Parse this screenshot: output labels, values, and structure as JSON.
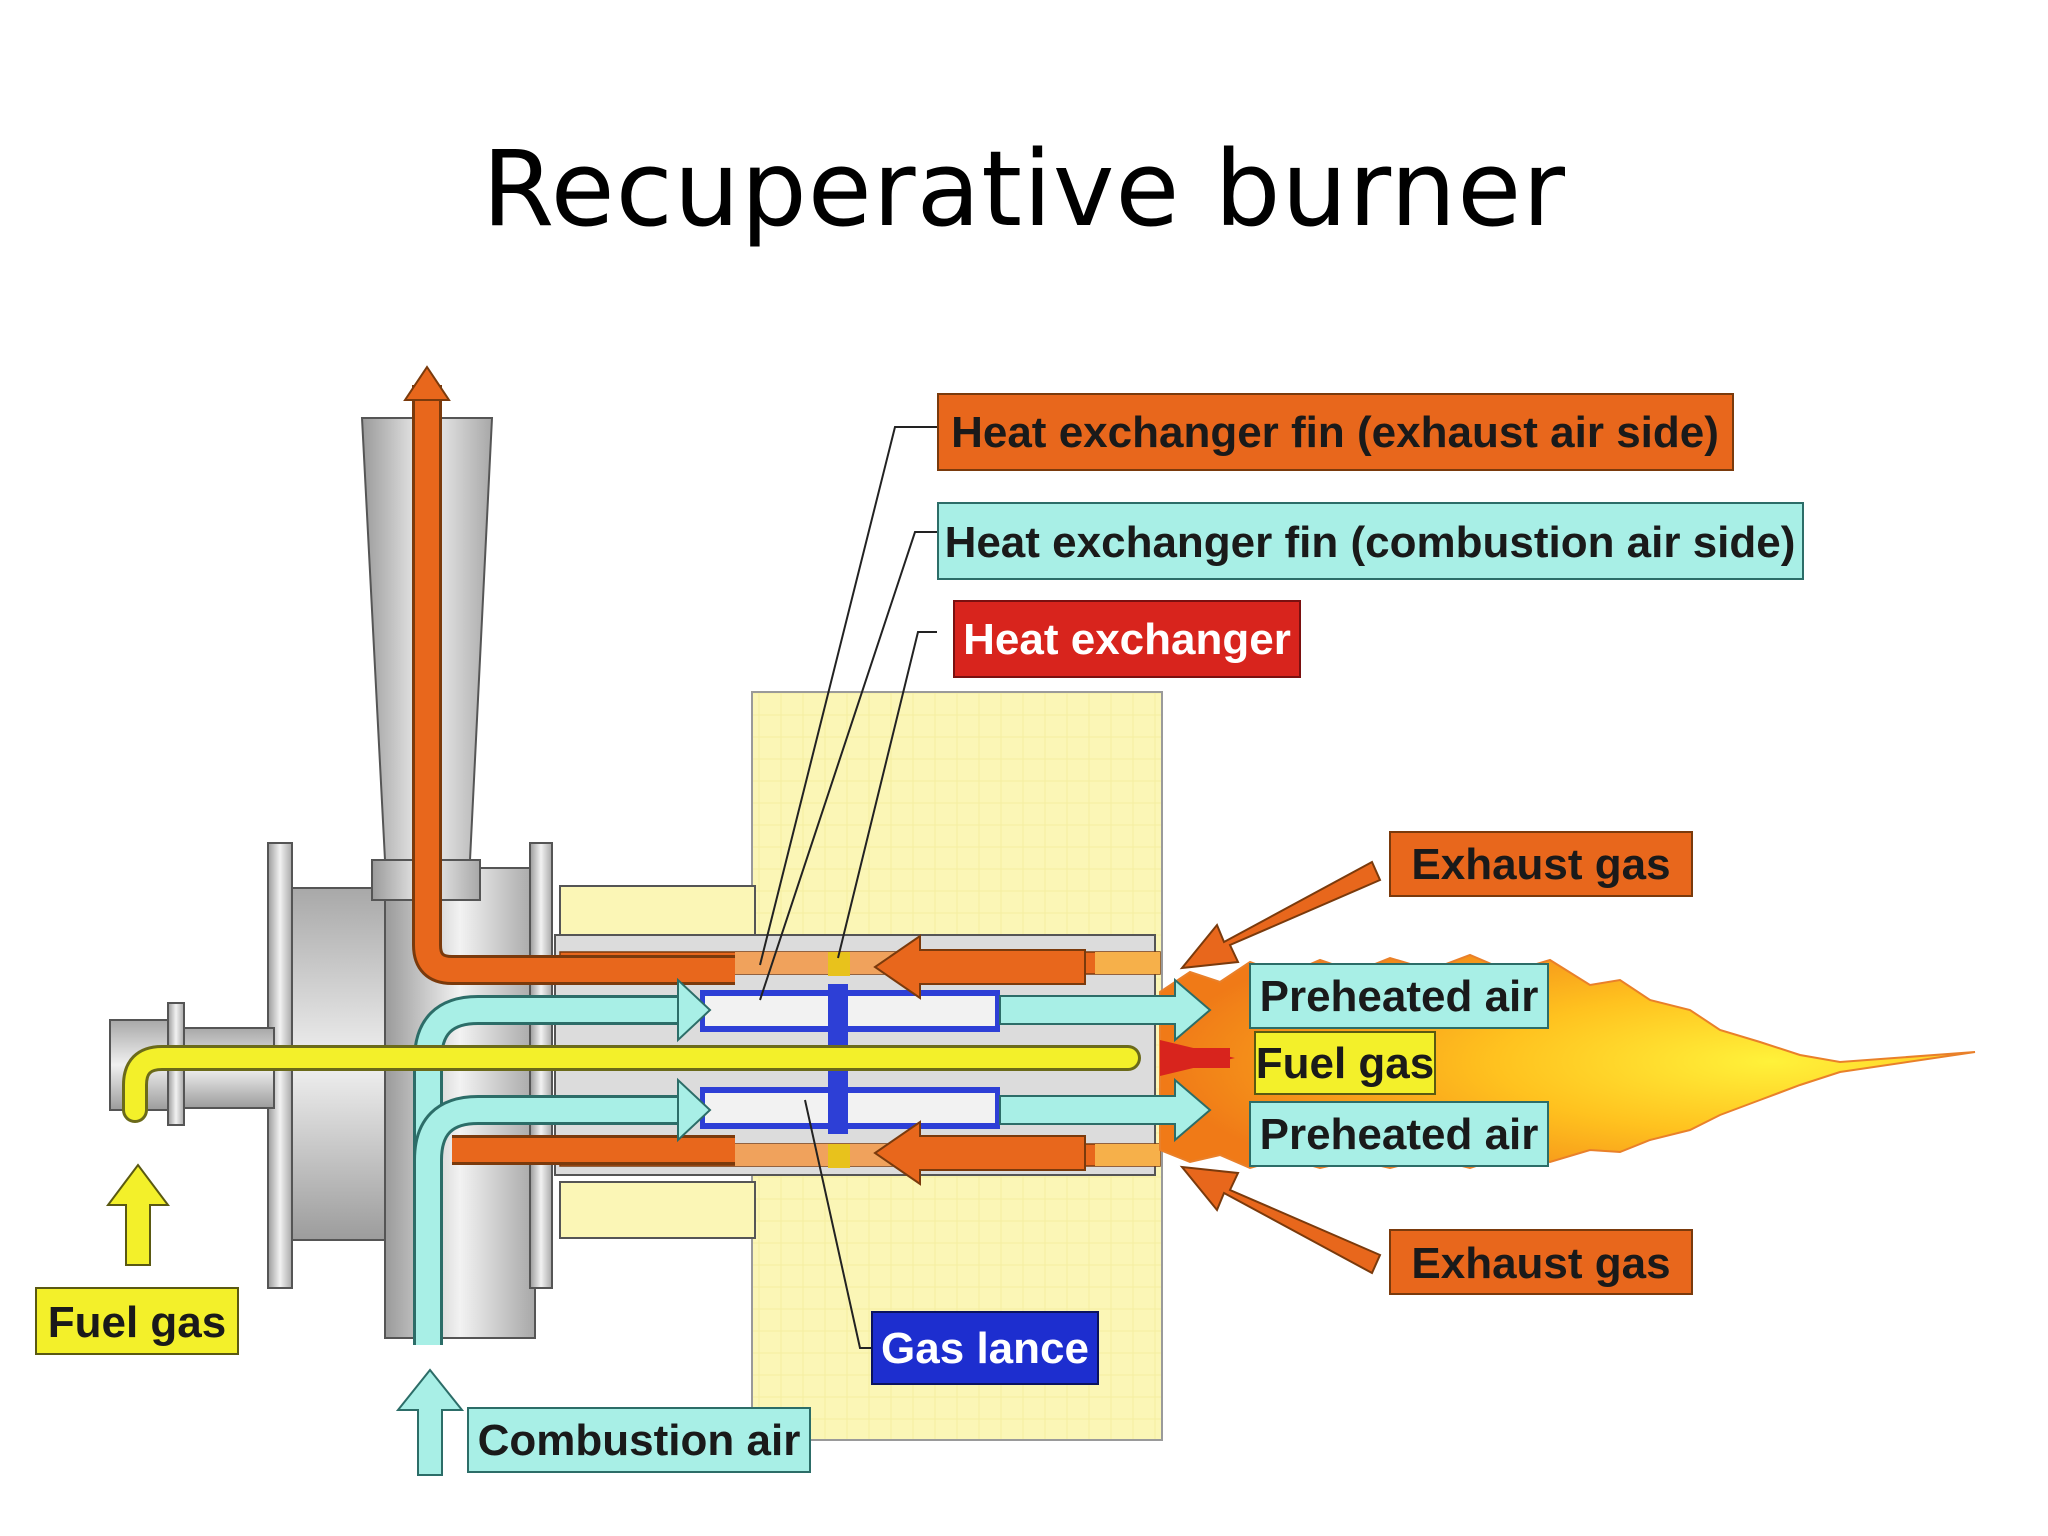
{
  "title": "Recuperative burner",
  "labels": {
    "fin_exhaust": "Heat exchanger fin (exhaust air side)",
    "fin_combustion": "Heat exchanger fin (combustion air side)",
    "heat_exchanger": "Heat exchanger",
    "exhaust_gas_top": "Exhaust gas",
    "exhaust_gas_bottom": "Exhaust gas",
    "preheated_air_top": "Preheated air",
    "preheated_air_bottom": "Preheated air",
    "fuel_gas_outlet": "Fuel gas",
    "fuel_gas_inlet": "Fuel gas",
    "gas_lance": "Gas lance",
    "combustion_air": "Combustion air"
  },
  "colors": {
    "exhaust": "#e8671c",
    "combustion_air": "#a8efe6",
    "heat_exchanger": "#d8241d",
    "fuel": "#f3f02a",
    "gas_lance": "#1d2ecf",
    "refractory": "#fbf6b6",
    "metal": "#cfcfcf"
  }
}
